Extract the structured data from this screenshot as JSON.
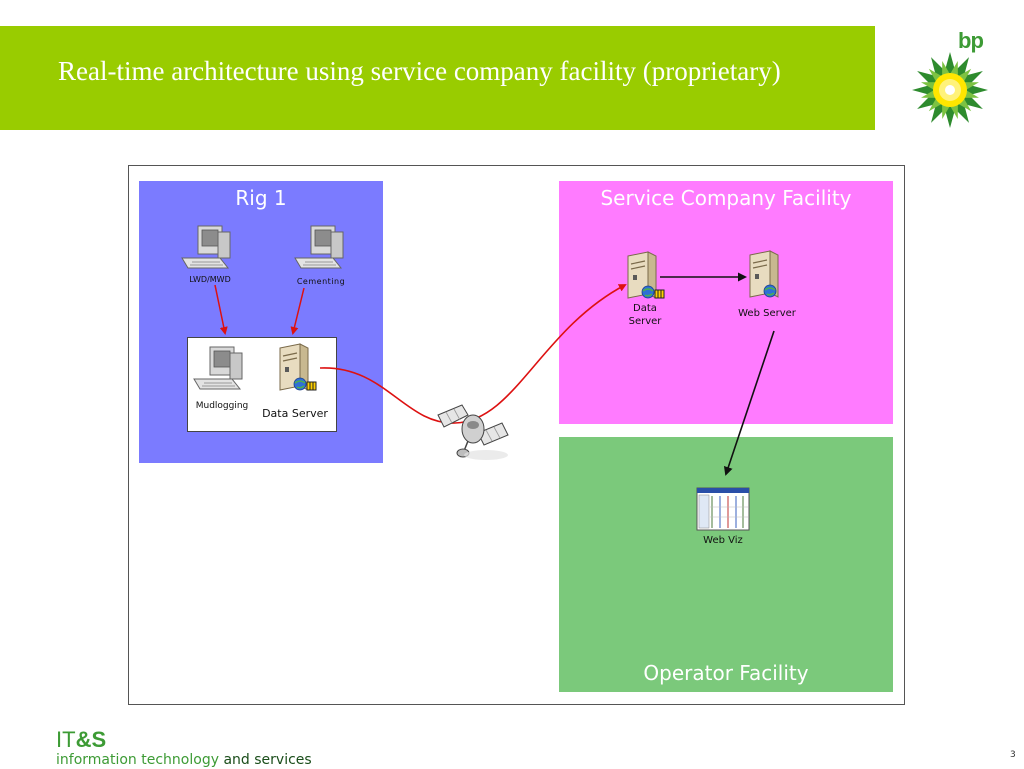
{
  "slide": {
    "title": "Real-time architecture using service company facility (proprietary)",
    "page_number": "3"
  },
  "logo": {
    "wordmark": "bp"
  },
  "footer": {
    "brand_it": "IT",
    "brand_amp": "&",
    "brand_s": "S",
    "tagline_light": "information technology ",
    "tagline_dark": "and services"
  },
  "diagram": {
    "zones": {
      "rig": "Rig 1",
      "service": "Service Company Facility",
      "operator": "Operator Facility"
    },
    "nodes": {
      "lwd_mwd": "LWD/MWD",
      "cementing": "Cementing",
      "mudlogging": "Mudlogging",
      "rig_data_server": "Data Server",
      "svc_data_server": "Data\nServer",
      "web_server": "Web Server",
      "web_viz": "Web Viz"
    },
    "icons": {
      "workstation": "workstation-icon",
      "server": "server-icon",
      "satellite": "satellite-icon",
      "browser": "browser-window-icon"
    },
    "colors": {
      "rig_zone": "#7b7bff",
      "service_zone": "#ff7bff",
      "operator_zone": "#7bc97b",
      "data_link": "#dd1111",
      "web_link": "#111111",
      "header_band": "#99cc00"
    }
  }
}
